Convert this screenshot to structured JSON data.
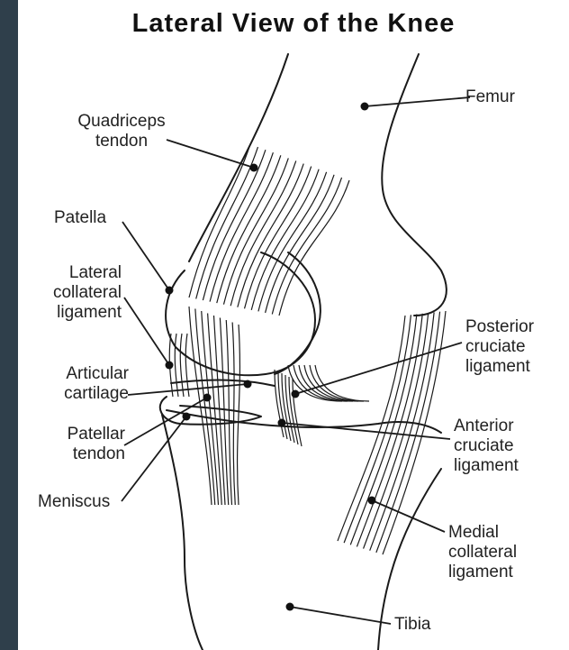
{
  "title": "Lateral View of the Knee",
  "labels": {
    "femur": [
      "Femur"
    ],
    "quadriceps_tendon": [
      "Quadriceps",
      "tendon"
    ],
    "patella": [
      "Patella"
    ],
    "lateral_collateral_ligament": [
      "Lateral",
      "collateral",
      "ligament"
    ],
    "articular_cartilage": [
      "Articular",
      "cartilage"
    ],
    "patellar_tendon": [
      "Patellar",
      "tendon"
    ],
    "meniscus": [
      "Meniscus"
    ],
    "posterior_cruciate_ligament": [
      "Posterior",
      "cruciate",
      "ligament"
    ],
    "anterior_cruciate_ligament": [
      "Anterior",
      "cruciate",
      "ligament"
    ],
    "medial_collateral_ligament": [
      "Medial",
      "collateral",
      "ligament"
    ],
    "tibia": [
      "Tibia"
    ]
  },
  "colors": {
    "background": "#2f3f4b",
    "panel": "#ffffff",
    "ink": "#1a1a1a"
  }
}
